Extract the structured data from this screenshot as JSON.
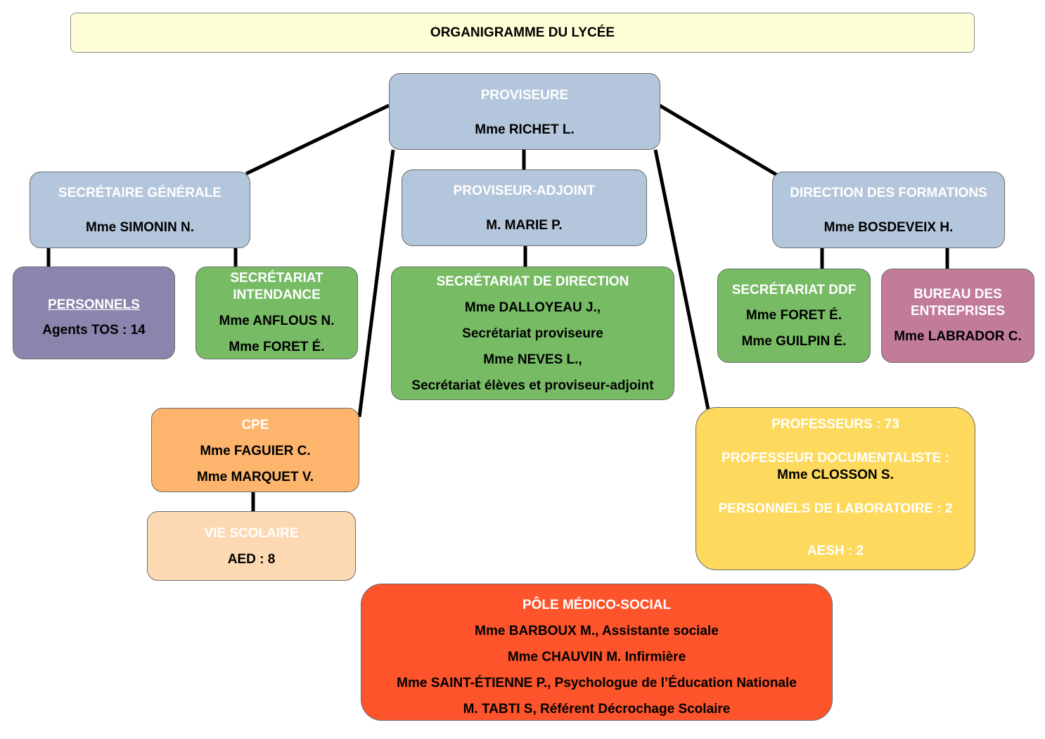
{
  "title": "ORGANIGRAMME DU LYCÉE",
  "colors": {
    "direction": "#b4c6dc",
    "secretariat": "#77bb65",
    "personnels": "#8b85ad",
    "bureau": "#c27c9a",
    "cpe": "#fdb46c",
    "vie_scolaire": "#fcd9b2",
    "professeurs": "#fdda5e",
    "medico_social": "#fd542b",
    "title_bg": "#ffffd7"
  },
  "nodes": {
    "proviseure": {
      "title": "PROVISEURE",
      "name": "Mme RICHET L."
    },
    "proviseur_adjoint": {
      "title": "PROVISEUR-ADJOINT",
      "name": "M. MARIE P."
    },
    "secretaire_generale": {
      "title": "SECRÉTAIRE GÉNÉRALE",
      "name": "Mme SIMONIN N."
    },
    "direction_formations": {
      "title": "DIRECTION DES FORMATIONS",
      "name": "Mme BOSDEVEIX H."
    },
    "personnels": {
      "title": "PERSONNELS",
      "line": "Agents TOS : 14"
    },
    "secretariat_intendance": {
      "title_1": "SECRÉTARIAT",
      "title_2": "INTENDANCE",
      "names": [
        "Mme ANFLOUS N.",
        "Mme FORET É."
      ]
    },
    "secretariat_direction": {
      "title": "SECRÉTARIAT DE DIRECTION",
      "lines": [
        "Mme DALLOYEAU J.,",
        "Secrétariat proviseure",
        "Mme NEVES L.,",
        "Secrétariat élèves et proviseur-adjoint"
      ]
    },
    "secretariat_ddf": {
      "title": "SECRÉTARIAT DDF",
      "names": [
        "Mme FORET É.",
        "Mme GUILPIN É."
      ]
    },
    "bureau_entreprises": {
      "title_1": "BUREAU DES",
      "title_2": "ENTREPRISES",
      "name": "Mme LABRADOR C."
    },
    "cpe": {
      "title": "CPE",
      "names": [
        "Mme FAGUIER C.",
        "Mme MARQUET V."
      ]
    },
    "vie_scolaire": {
      "title": "VIE SCOLAIRE",
      "line": "AED : 8"
    },
    "professeurs": {
      "line1": "PROFESSEURS : 73",
      "line2": "PROFESSEUR DOCUMENTALISTE :",
      "doc_name": "Mme CLOSSON S.",
      "line3": "PERSONNELS DE LABORATOIRE : 2",
      "line4": "AESH : 2"
    },
    "pole_medico_social": {
      "title": "PÔLE MÉDICO-SOCIAL",
      "lines": [
        "Mme BARBOUX M., Assistante sociale",
        "Mme CHAUVIN M. Infirmière",
        "Mme SAINT-ÉTIENNE P., Psychologue de l’Éducation Nationale",
        "M. TABTI S, Référent Décrochage Scolaire"
      ]
    }
  }
}
